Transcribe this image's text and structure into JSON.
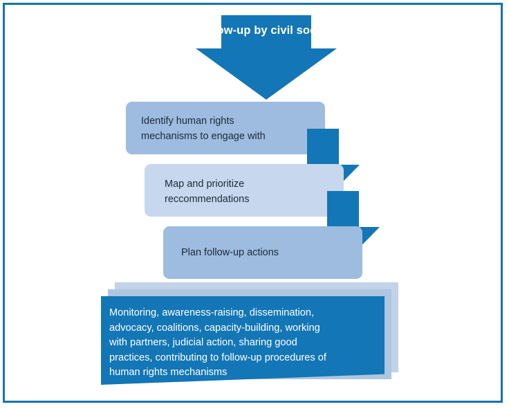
{
  "diagram": {
    "title_arrow": {
      "label": "Follow-up\nby civil\nsociety",
      "color": "#1376b6",
      "text_color": "#ffffff"
    },
    "steps": [
      {
        "id": "step-1",
        "label": "Identify human rights\nmechanisms to engage with",
        "color": "#9dbcdf"
      },
      {
        "id": "step-2",
        "label": "Map and prioritize\nreccommendations",
        "color": "#c7d7ed"
      },
      {
        "id": "step-3",
        "label": "Plan follow-up actions",
        "color": "#9dbcdf"
      }
    ],
    "connectors": [
      {
        "id": "connector-1",
        "icon": "arrow-down-icon",
        "color": "#1376b6"
      },
      {
        "id": "connector-2",
        "icon": "arrow-down-icon",
        "color": "#1376b6"
      }
    ],
    "outcome": {
      "label": "Monitoring,  awareness-raising, dissemination,\nadvocacy, coalitions,  capacity-building, working\nwith partners, judicial action, sharing good\npractices, contributing to follow-up procedures of\nhuman rights mechanisms",
      "color": "#1376b6",
      "text_color": "#ffffff",
      "stack_back_color": "#c2d2e8",
      "stack_mid_color": "#aec6e0"
    },
    "frame": {
      "border_color": "#1573b0",
      "background": "#ffffff"
    }
  }
}
